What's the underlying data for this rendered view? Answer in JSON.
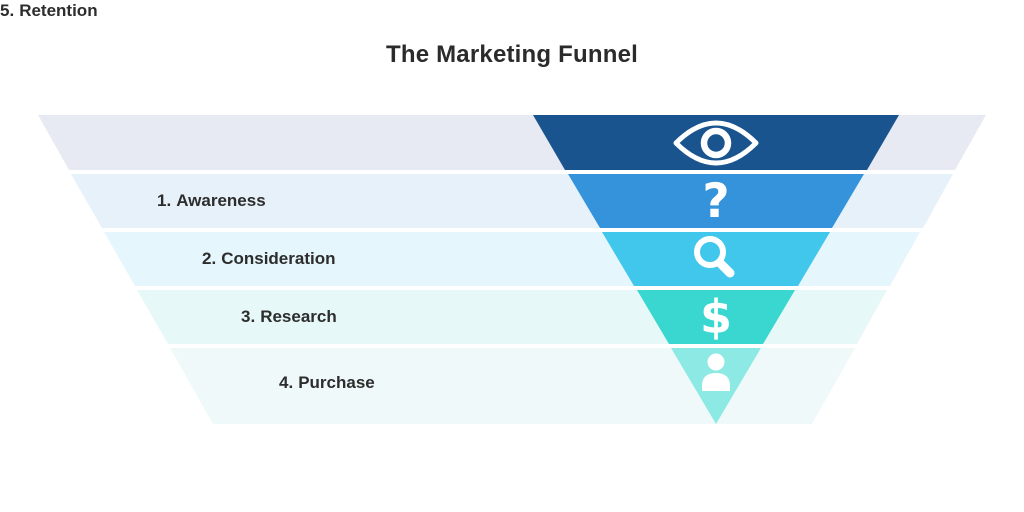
{
  "title": "The Marketing Funnel",
  "title_color": "#2b2b2b",
  "funnel": {
    "stages": [
      {
        "number": "1.",
        "label": "Awareness",
        "icon": "eye-icon",
        "glyph": "",
        "color": "#1A548E",
        "bg_color": "#E7EAF3"
      },
      {
        "number": "2.",
        "label": "Consideration",
        "icon": "question-mark-icon",
        "glyph": "?",
        "color": "#3493DB",
        "bg_color": "#E7F1F9"
      },
      {
        "number": "3.",
        "label": "Research",
        "icon": "search-icon",
        "glyph": "",
        "color": "#41C7EB",
        "bg_color": "#E5F6FC"
      },
      {
        "number": "4.",
        "label": "Purchase",
        "icon": "dollar-icon",
        "glyph": "$",
        "color": "#39D7CF",
        "bg_color": "#E6F8F7"
      },
      {
        "number": "5.",
        "label": "Retention",
        "icon": "person-icon",
        "glyph": "",
        "color": "#8DE9E3",
        "bg_color": "#EFF9FA"
      }
    ]
  }
}
